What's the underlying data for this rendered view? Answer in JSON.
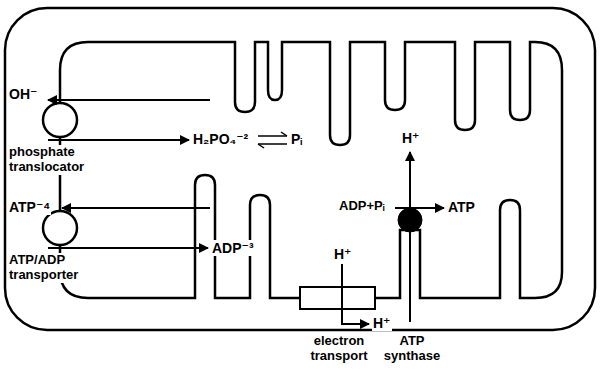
{
  "diagram": {
    "labels": [
      "OH⁻",
      "phosphate translocator",
      "H₂PO₄⁻²",
      "Pᵢ",
      "H⁺",
      "ATP⁻⁴",
      "ADP⁻³",
      "ADP+Pᵢ",
      "ATP",
      "H⁺",
      "ATP/ADP transporter",
      "H⁺",
      "electron transport",
      "ATP synthase"
    ]
  }
}
